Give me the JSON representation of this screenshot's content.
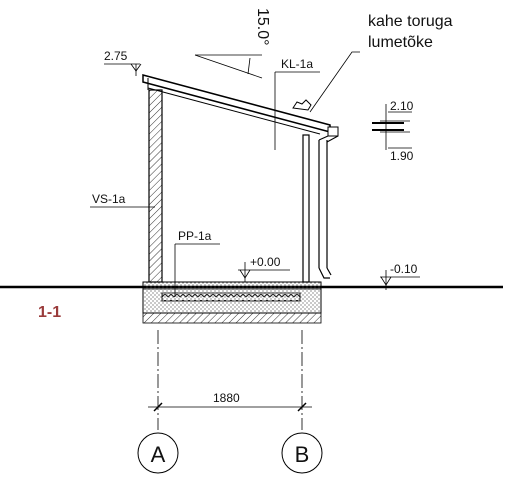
{
  "drawing": {
    "section_label": "1-1",
    "annotation_line1": "kahe toruga",
    "annotation_line2": "lumetõke",
    "roof_label": "KL-1a",
    "wall_label": "VS-1a",
    "floor_label": "PP-1a",
    "roof_angle": "15.0°",
    "levels": {
      "roof_top": "2.75",
      "eave_top": "2.10",
      "eave_bottom": "1.90",
      "floor": "+0.00",
      "ground": "-0.10"
    },
    "dimension": "1880",
    "axis_a": "A",
    "axis_b": "B"
  }
}
